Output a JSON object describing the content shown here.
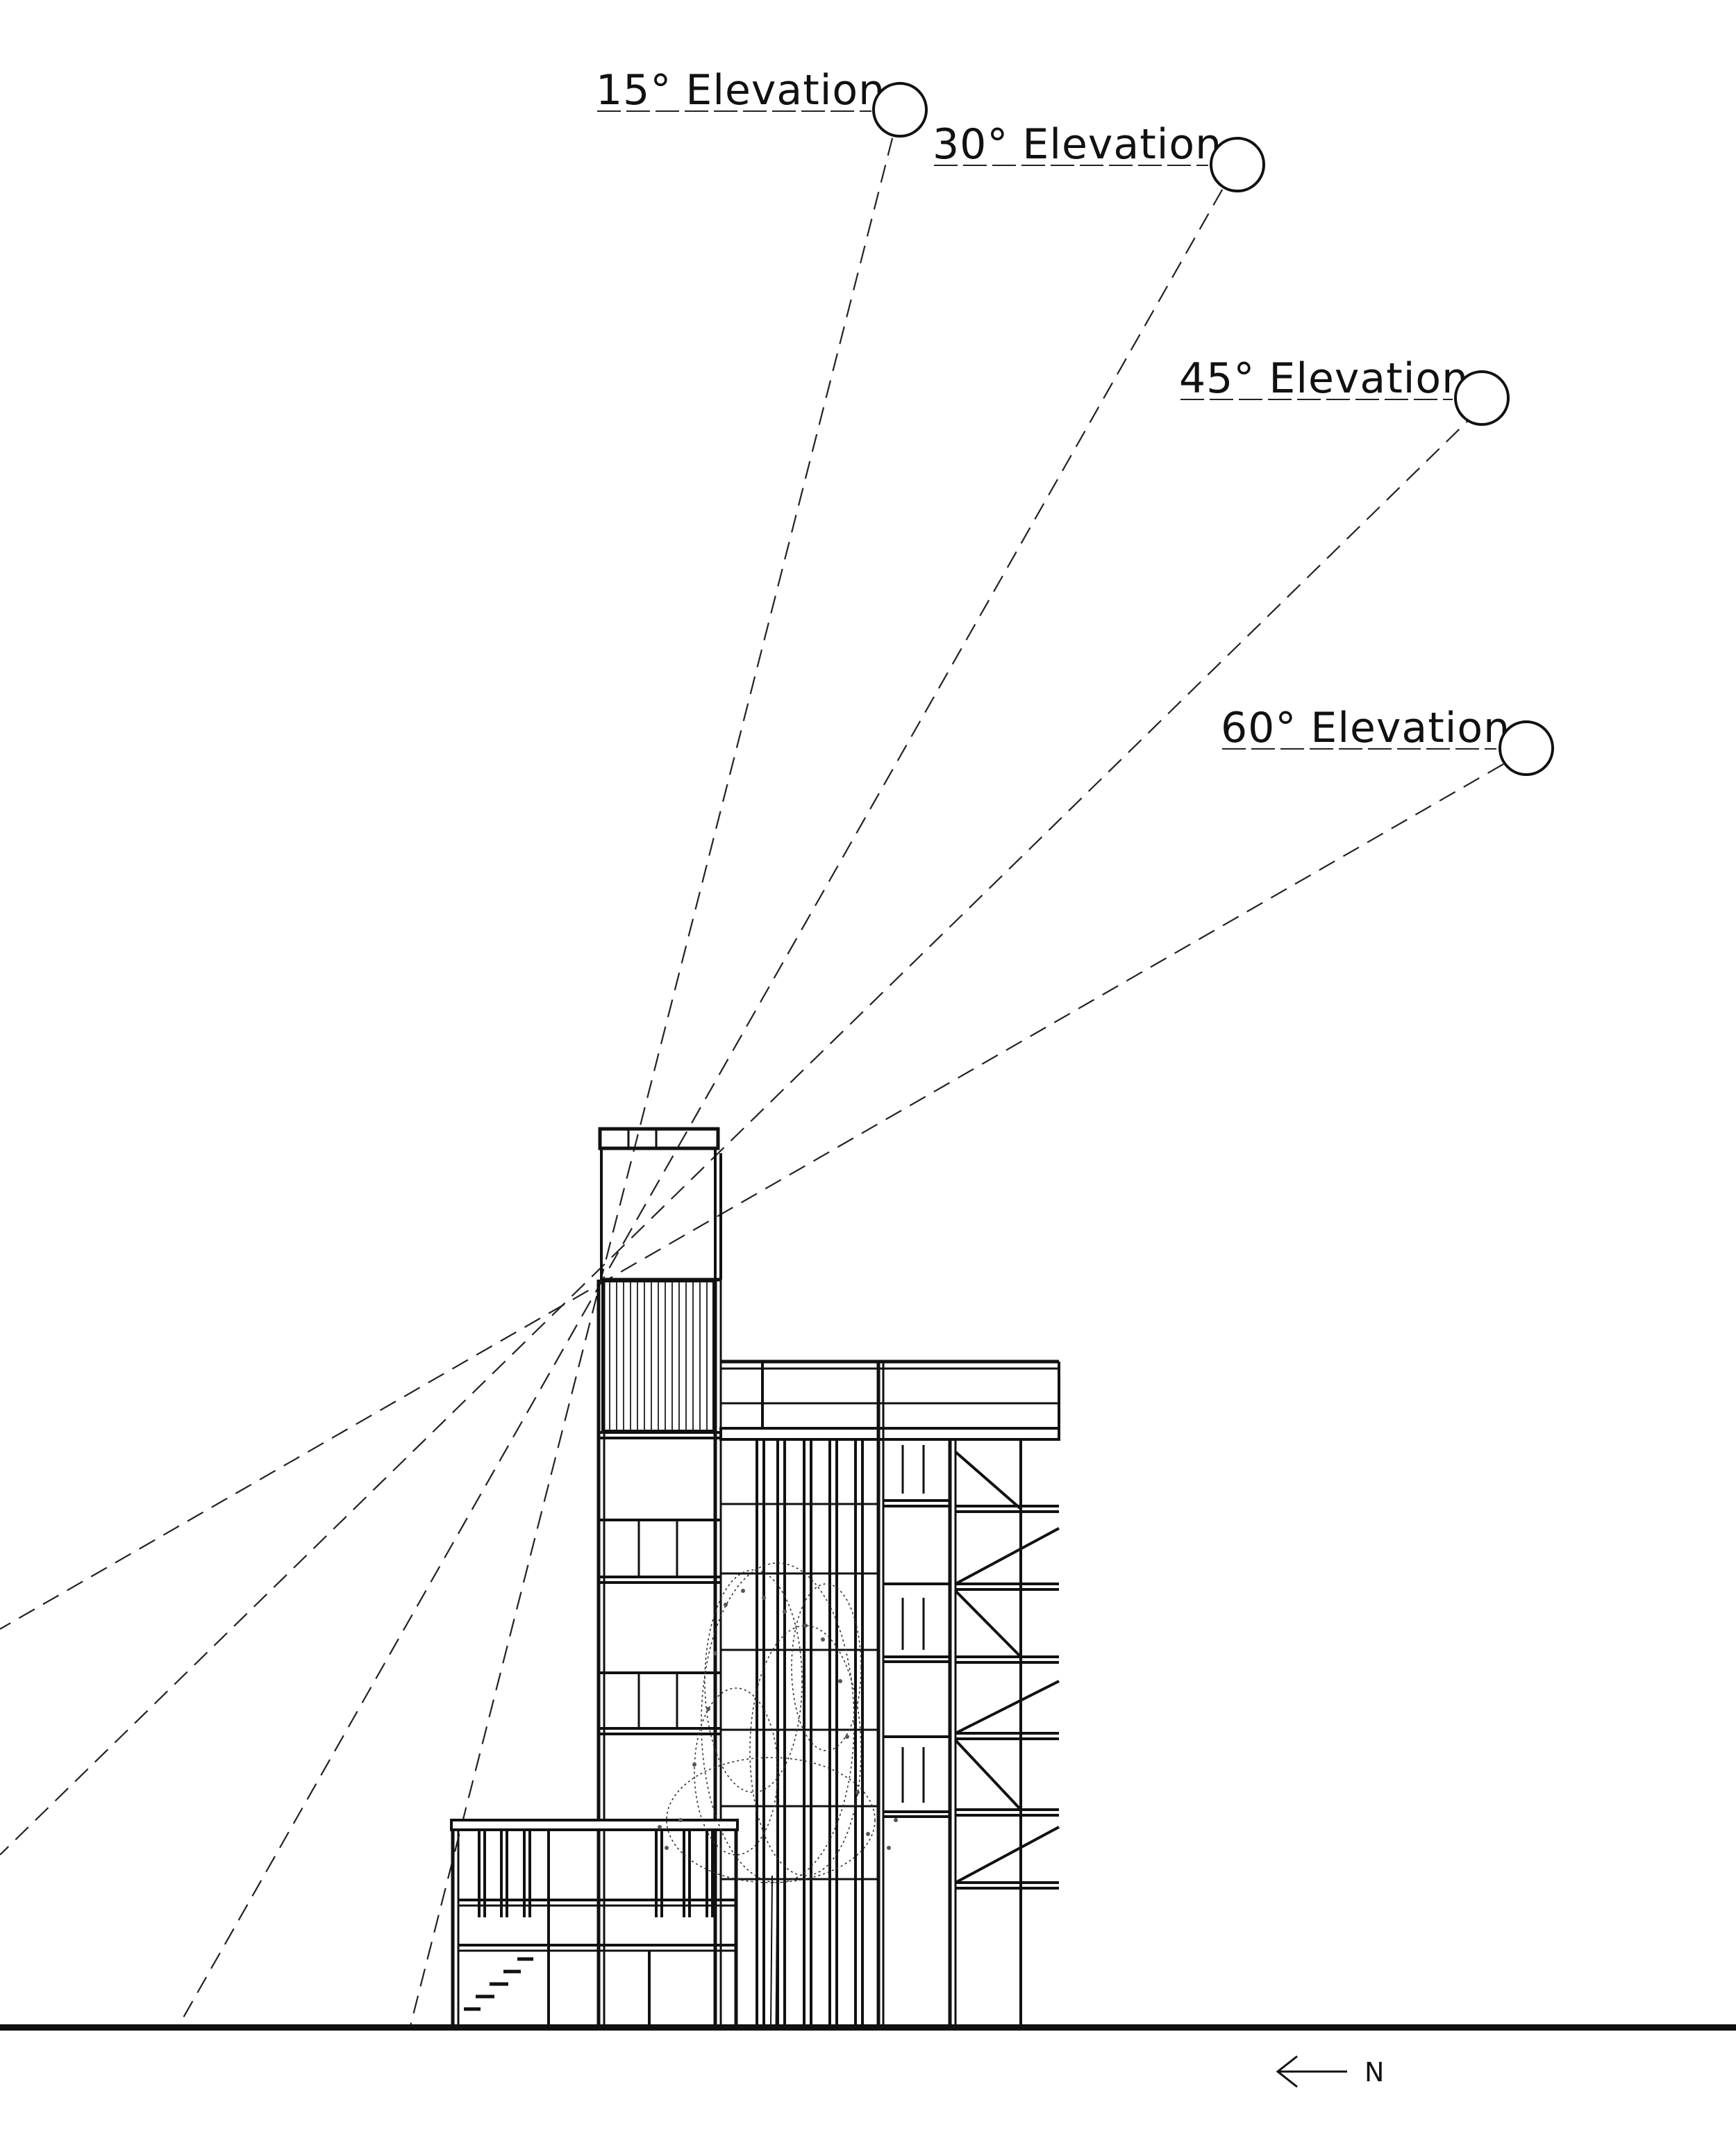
{
  "sun_positions": [
    {
      "label": "15° Elevation"
    },
    {
      "label": "30° Elevation"
    },
    {
      "label": "45° Elevation"
    },
    {
      "label": "60° Elevation"
    }
  ],
  "north_arrow": {
    "label": "N"
  }
}
